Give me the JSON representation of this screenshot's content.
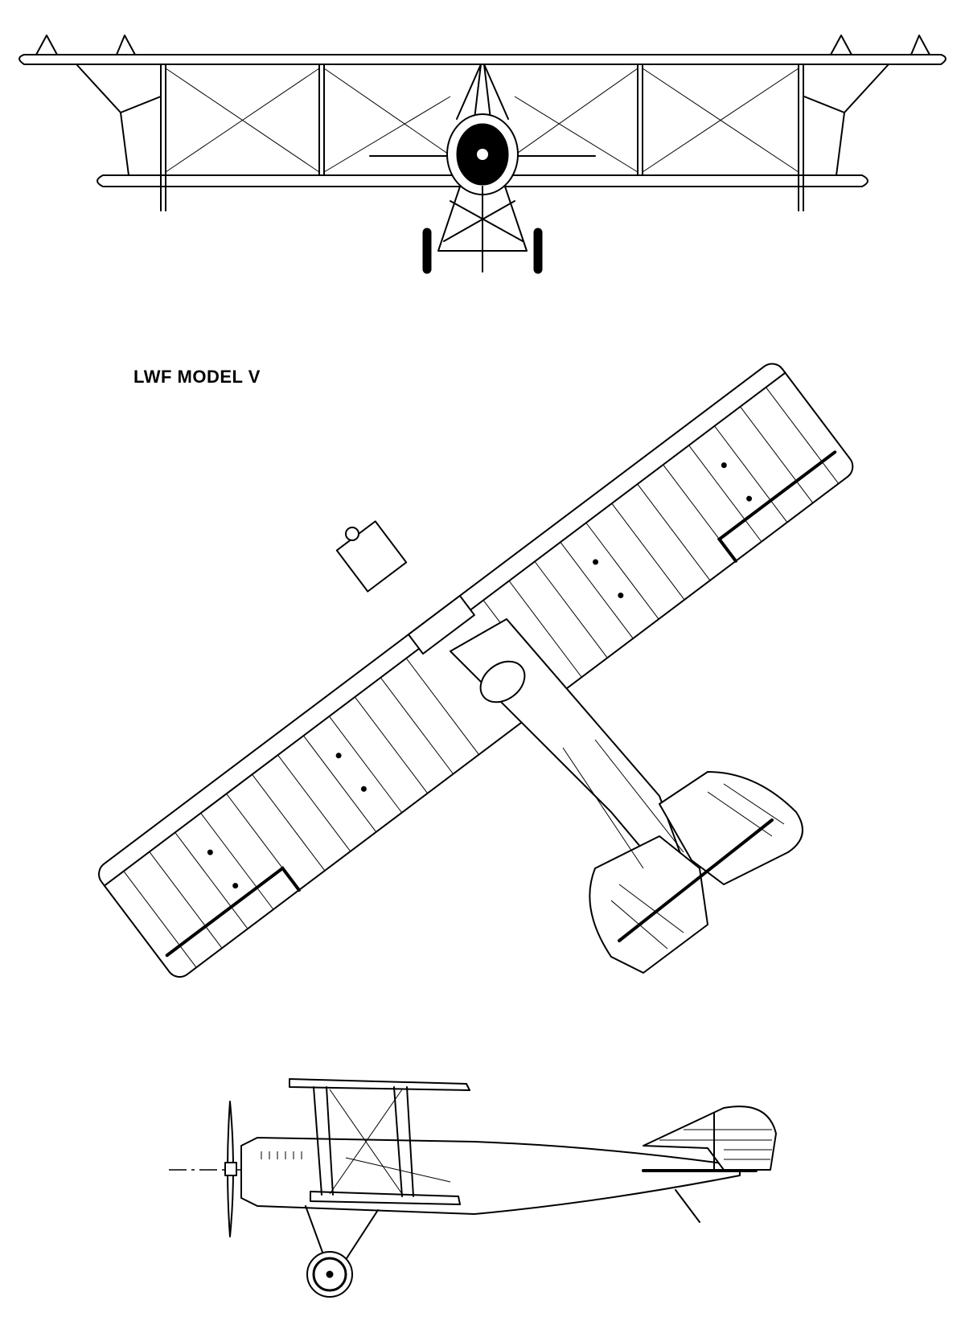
{
  "figure": {
    "title": "LWF MODEL V"
  },
  "views": [
    {
      "id": "front-view"
    },
    {
      "id": "plan-view"
    },
    {
      "id": "side-view"
    }
  ],
  "colors": {
    "ink": "#000000",
    "paper": "#ffffff"
  }
}
